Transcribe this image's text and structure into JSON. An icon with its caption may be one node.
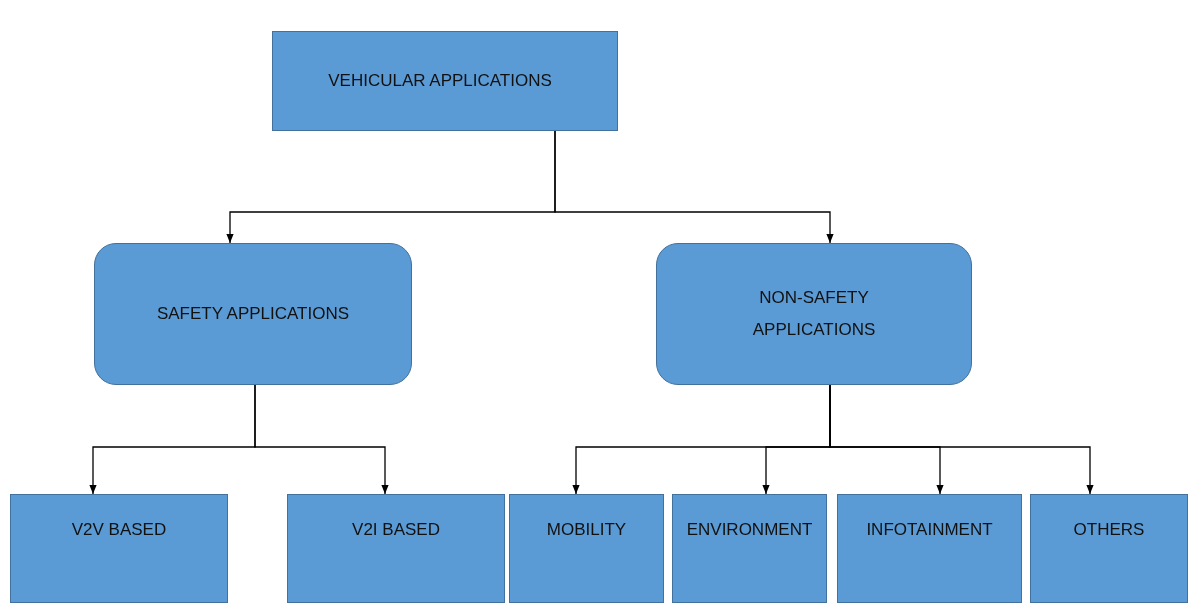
{
  "diagram": {
    "nodes": [
      {
        "text": [
          "VEHICULAR APPLICATIONS"
        ]
      },
      {
        "text": [
          "SAFETY APPLICATIONS"
        ]
      },
      {
        "text": [
          "NON-SAFETY APPLICATIONS"
        ]
      },
      {
        "text": [
          "V2V BASED"
        ]
      },
      {
        "text": [
          "V2I BASED"
        ]
      },
      {
        "text": [
          "MOBILITY"
        ]
      },
      {
        "text": [
          "ENVIRONMENT"
        ]
      },
      {
        "text": [
          "INFOTAINMENT"
        ]
      },
      {
        "text": [
          "OTHERS"
        ]
      }
    ],
    "edges": [
      {
        "from": 0,
        "to": 1,
        "arrow": "to"
      },
      {
        "from": 0,
        "to": 2,
        "arrow": "to"
      },
      {
        "from": 1,
        "to": 3,
        "arrow": "to"
      },
      {
        "from": 1,
        "to": 4,
        "arrow": "to"
      },
      {
        "from": 2,
        "to": 5,
        "arrow": "to"
      },
      {
        "from": 2,
        "to": 6,
        "arrow": "to"
      },
      {
        "from": 2,
        "to": 7,
        "arrow": "to"
      },
      {
        "from": 2,
        "to": 8,
        "arrow": "to"
      }
    ]
  }
}
